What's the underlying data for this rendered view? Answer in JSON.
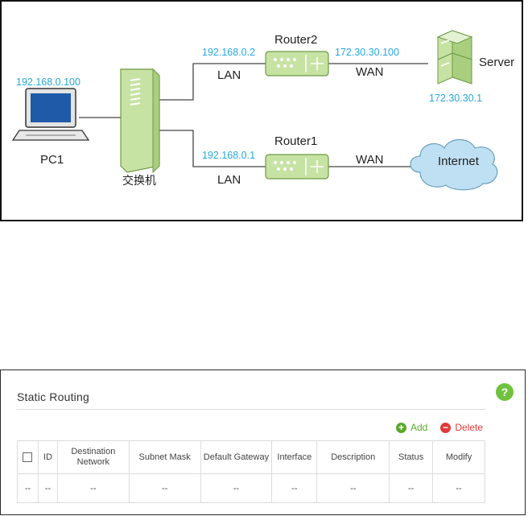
{
  "diagram": {
    "pc": {
      "name": "PC1",
      "ip": "192.168.0.100"
    },
    "switch": {
      "name": "交换机"
    },
    "router2": {
      "name": "Router2",
      "lan_ip": "192.168.0.2",
      "lan_label": "LAN",
      "wan_ip": "172.30.30.100",
      "wan_label": "WAN"
    },
    "router1": {
      "name": "Router1",
      "lan_ip": "192.168.0.1",
      "lan_label": "LAN",
      "wan_label": "WAN"
    },
    "server": {
      "name": "Server",
      "ip": "172.30.30.1"
    },
    "internet": {
      "name": "Internet"
    },
    "colors": {
      "ip_text": "#27a7de",
      "device_green": "#c7e3a4",
      "device_outline": "#6d9a45",
      "cloud": "#bfe0f2"
    }
  },
  "static_routing": {
    "title": "Static Routing",
    "help_icon": "?",
    "add_label": "Add",
    "delete_label": "Delete",
    "columns": [
      "",
      "ID",
      "Destination Network",
      "Subnet Mask",
      "Default Gateway",
      "Interface",
      "Description",
      "Status",
      "Modify"
    ],
    "rows": [
      [
        "--",
        "--",
        "--",
        "--",
        "--",
        "--",
        "--",
        "--",
        "--"
      ]
    ],
    "colors": {
      "accent_green": "#6fc13e",
      "delete_red": "#e03a3a"
    }
  }
}
